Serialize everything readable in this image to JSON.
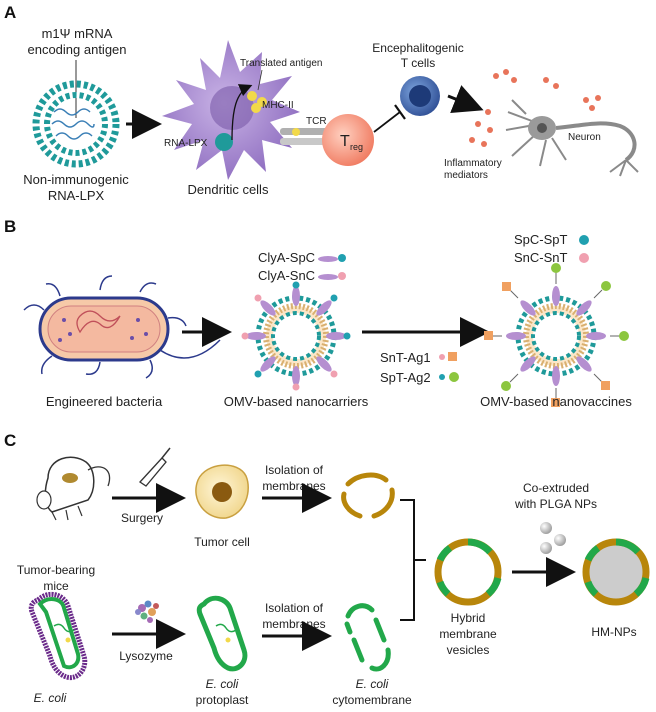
{
  "panels": {
    "a": "A",
    "b": "B",
    "c": "C"
  },
  "panel_a": {
    "mrna_line1": "m1Ψ mRNA",
    "mrna_line2": "encoding antigen",
    "lpx_line1": "Non-immunogenic",
    "lpx_line2": "RNA-LPX",
    "translated_antigen": "Translated antigen",
    "mhc": "MHC-II",
    "tcr": "TCR",
    "rna_lpx": "RNA-LPX",
    "dendritic": "Dendritic cells",
    "treg_main": "T",
    "treg_sub": "reg",
    "encephalitogenic_line1": "Encephalitogenic",
    "encephalitogenic_line2": "T cells",
    "neuron": "Neuron",
    "inflammatory_line1": "Inflammatory",
    "inflammatory_line2": "mediators"
  },
  "panel_b": {
    "clya_spc": "ClyA-SpC",
    "clya_snc": "ClyA-SnC",
    "spc_spt": "SpC-SpT",
    "snc_snt": "SnC-SnT",
    "snt_ag1": "SnT-Ag1",
    "spt_ag2": "SpT-Ag2",
    "bacteria": "Engineered bacteria",
    "nanocarriers": "OMV-based nanocarriers",
    "nanovaccines": "OMV-based nanovaccines"
  },
  "panel_c": {
    "surgery": "Surgery",
    "isolation1_line1": "Isolation of",
    "isolation1_line2": "membranes",
    "tumor_cell": "Tumor cell",
    "tumor_mice_line1": "Tumor-bearing",
    "tumor_mice_line2": "mice",
    "coextruded_line1": "Co-extruded",
    "coextruded_line2": "with PLGA NPs",
    "isolation2_line1": "Isolation of",
    "isolation2_line2": "membranes",
    "lysozyme": "Lysozyme",
    "ecoli": "E. coli",
    "protoplast_line1": "E. coli",
    "protoplast_line2": "protoplast",
    "cytomembrane_line1": "E. coli",
    "cytomembrane_line2": "cytomembrane",
    "hybrid_line1": "Hybrid",
    "hybrid_line2": "membrane",
    "hybrid_line3": "vesicles",
    "hm_nps": "HM-NPs"
  },
  "colors": {
    "lipid_teal": "#1f9a9a",
    "dendritic_purple": "#9b7fc4",
    "treg_salmon": "#f08a72",
    "tcell_blue": "#3b5fa6",
    "neuron_gray": "#8a8a8a",
    "membrane_gold": "#b8860b",
    "membrane_green": "#22a84a",
    "clya_purple": "#b58fd0",
    "np_gray": "#cccccc"
  }
}
